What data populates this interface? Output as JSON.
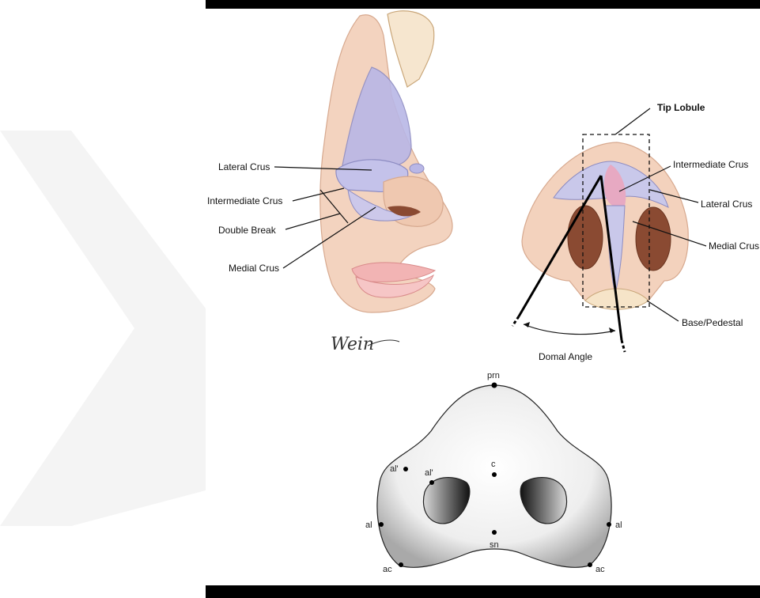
{
  "side_view": {
    "labels": {
      "lateral_crus": "Lateral Crus",
      "intermediate_crus": "Intermediate Crus",
      "double_break": "Double Break",
      "medial_crus": "Medial Crus"
    },
    "signature": "Wein"
  },
  "basal_view": {
    "labels": {
      "tip_lobule": "Tip Lobule",
      "intermediate_crus": "Intermediate Crus",
      "lateral_crus": "Lateral Crus",
      "medial_crus": "Medial Crus",
      "base_pedestal": "Base/Pedestal",
      "domal_angle": "Domal Angle"
    }
  },
  "landmarks": {
    "prn": "prn",
    "c": "c",
    "al_prime_left_outer": "al'",
    "al_prime_left_inner": "al'",
    "al_left": "al",
    "al_right": "al",
    "sn": "sn",
    "ac_left": "ac",
    "ac_right": "ac"
  },
  "colors": {
    "skin": "#f3d2bd",
    "cartilage": "#b7b6e2",
    "nostril": "#8a4a32",
    "watermark": "#f2f2f2"
  }
}
